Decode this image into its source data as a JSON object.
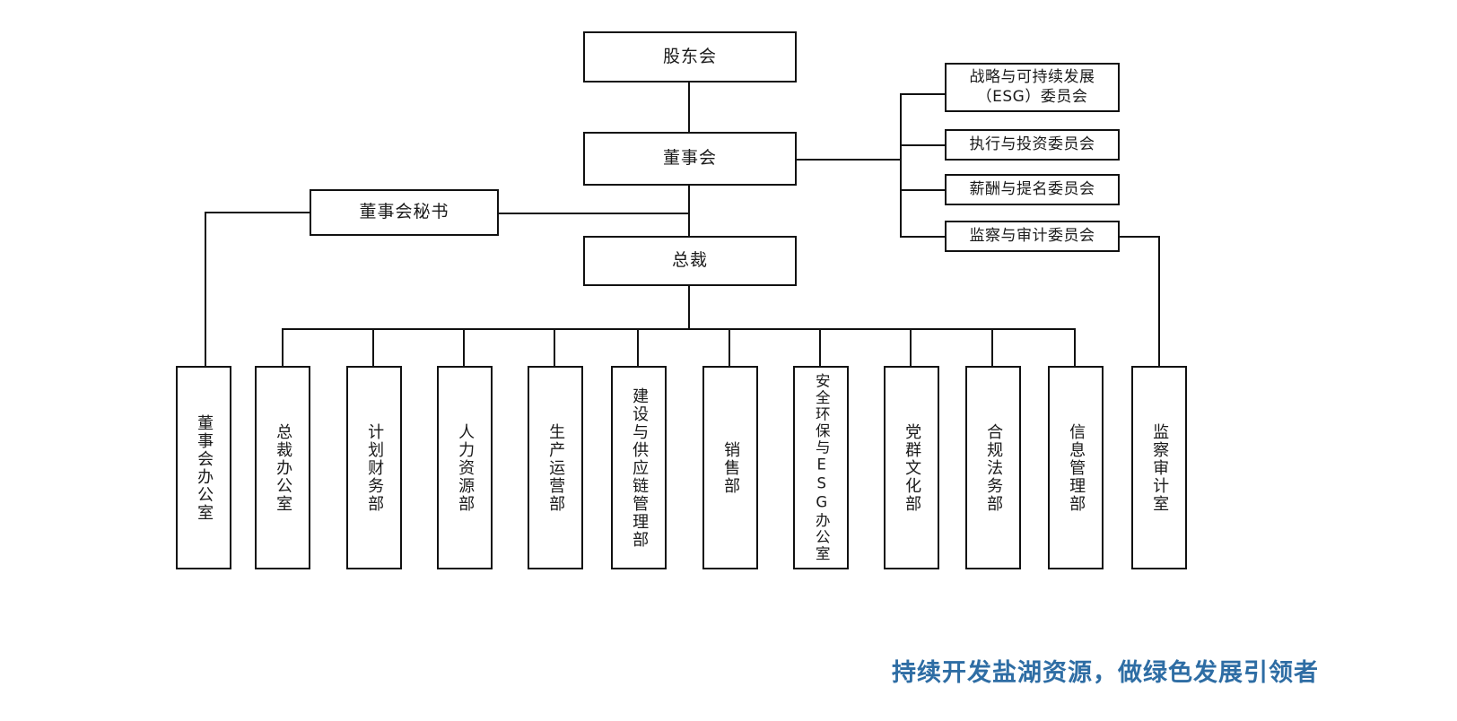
{
  "chart_title": "",
  "org_chart": {
    "top_nodes": [
      {
        "id": "shareholders",
        "label": "股东会"
      },
      {
        "id": "board",
        "label": "董事会"
      },
      {
        "id": "secretary",
        "label": "董事会秘书"
      },
      {
        "id": "president",
        "label": "总裁"
      }
    ],
    "committees": [
      {
        "id": "esg-committee",
        "label": "战略与可持续发展\n（ESG）委员会"
      },
      {
        "id": "exec-invest",
        "label": "执行与投资委员会"
      },
      {
        "id": "comp-nomination",
        "label": "薪酬与提名委员会"
      },
      {
        "id": "supervision-audit",
        "label": "监察与审计委员会"
      }
    ],
    "departments": [
      {
        "id": "board-office",
        "label": "董事会办公室"
      },
      {
        "id": "president-office",
        "label": "总裁办公室"
      },
      {
        "id": "planning-finance",
        "label": "计划财务部"
      },
      {
        "id": "human-resources",
        "label": "人力资源部"
      },
      {
        "id": "production-ops",
        "label": "生产运营部"
      },
      {
        "id": "construction-supply",
        "label": "建设与供应链管理部"
      },
      {
        "id": "sales",
        "label": "销售部"
      },
      {
        "id": "safety-esg-office",
        "label": "安全环保与ESG办公室"
      },
      {
        "id": "party-culture",
        "label": "党群文化部"
      },
      {
        "id": "compliance-legal",
        "label": "合规法务部"
      },
      {
        "id": "information-mgmt",
        "label": "信息管理部"
      },
      {
        "id": "supervision-audit-office",
        "label": "监察审计室"
      }
    ]
  },
  "slogan": {
    "text": "持续开发盐湖资源，做绿色发展引领者",
    "color": "#2e6da4"
  },
  "colors": {
    "line": "#111111",
    "box_border": "#111111",
    "box_fill": "#ffffff",
    "text": "#1a1a1a",
    "accent": "#2e6da4"
  }
}
